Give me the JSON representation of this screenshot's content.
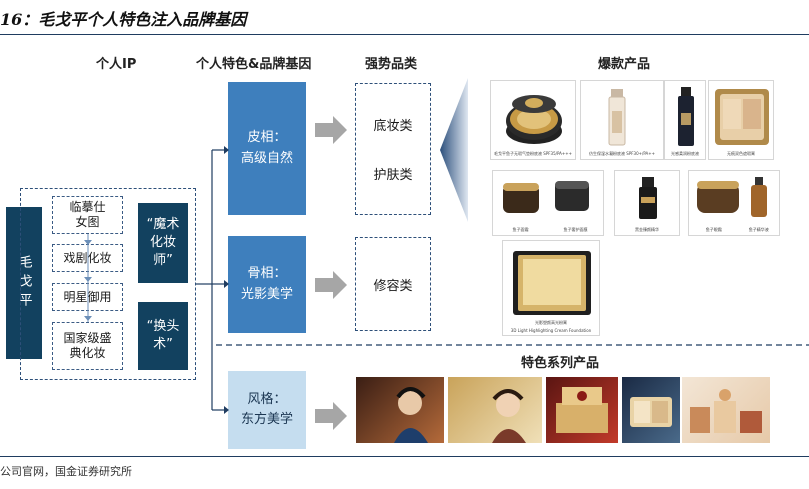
{
  "title": "16：毛戈平个人特色注入品牌基因",
  "source": "公司官网，国金证券研究所",
  "headers": {
    "ip": "个人IP",
    "traits": "个人特色&品牌基因",
    "categories": "强势品类",
    "products": "爆款产品",
    "featured": "特色系列产品"
  },
  "founder": "毛戈平",
  "stages": [
    "临摹仕女图",
    "戏剧化妆",
    "明星御用",
    "国家级盛典化妆"
  ],
  "nicknames": [
    "“魔术化妆师”",
    "“换头术”"
  ],
  "traits": [
    {
      "line1": "皮相：",
      "line2": "高级自然"
    },
    {
      "line1": "骨相：",
      "line2": "光影美学"
    },
    {
      "line1": "风格：",
      "line2": "东方美学"
    }
  ],
  "categories": [
    "底妆类",
    "护肤类",
    "修容类"
  ],
  "product_captions": {
    "p1": "毛戈平鱼子无瑕气垫粉底液 SPF35/PA+++",
    "p2": "仿生保湿水凝粉底液 SPF30+/PA++",
    "p3": "光感柔润粉底液",
    "p4": "无痕双色遮瑕膏",
    "p5": "鱼子面霜",
    "p6": "鱼子奢护面膜",
    "p7": "黑金臻颜精华",
    "p8": "鱼子眼霜",
    "p9": "鱼子精华液",
    "p10": "光影塑颜高光粉膏",
    "p10b": "3D Light Highlighting Cream Foundation"
  },
  "colors": {
    "dark_navy": "#12415f",
    "mid_blue": "#3e7fbd",
    "light_blue": "#c5ddef",
    "arrow_gray": "#a6a6a6"
  }
}
